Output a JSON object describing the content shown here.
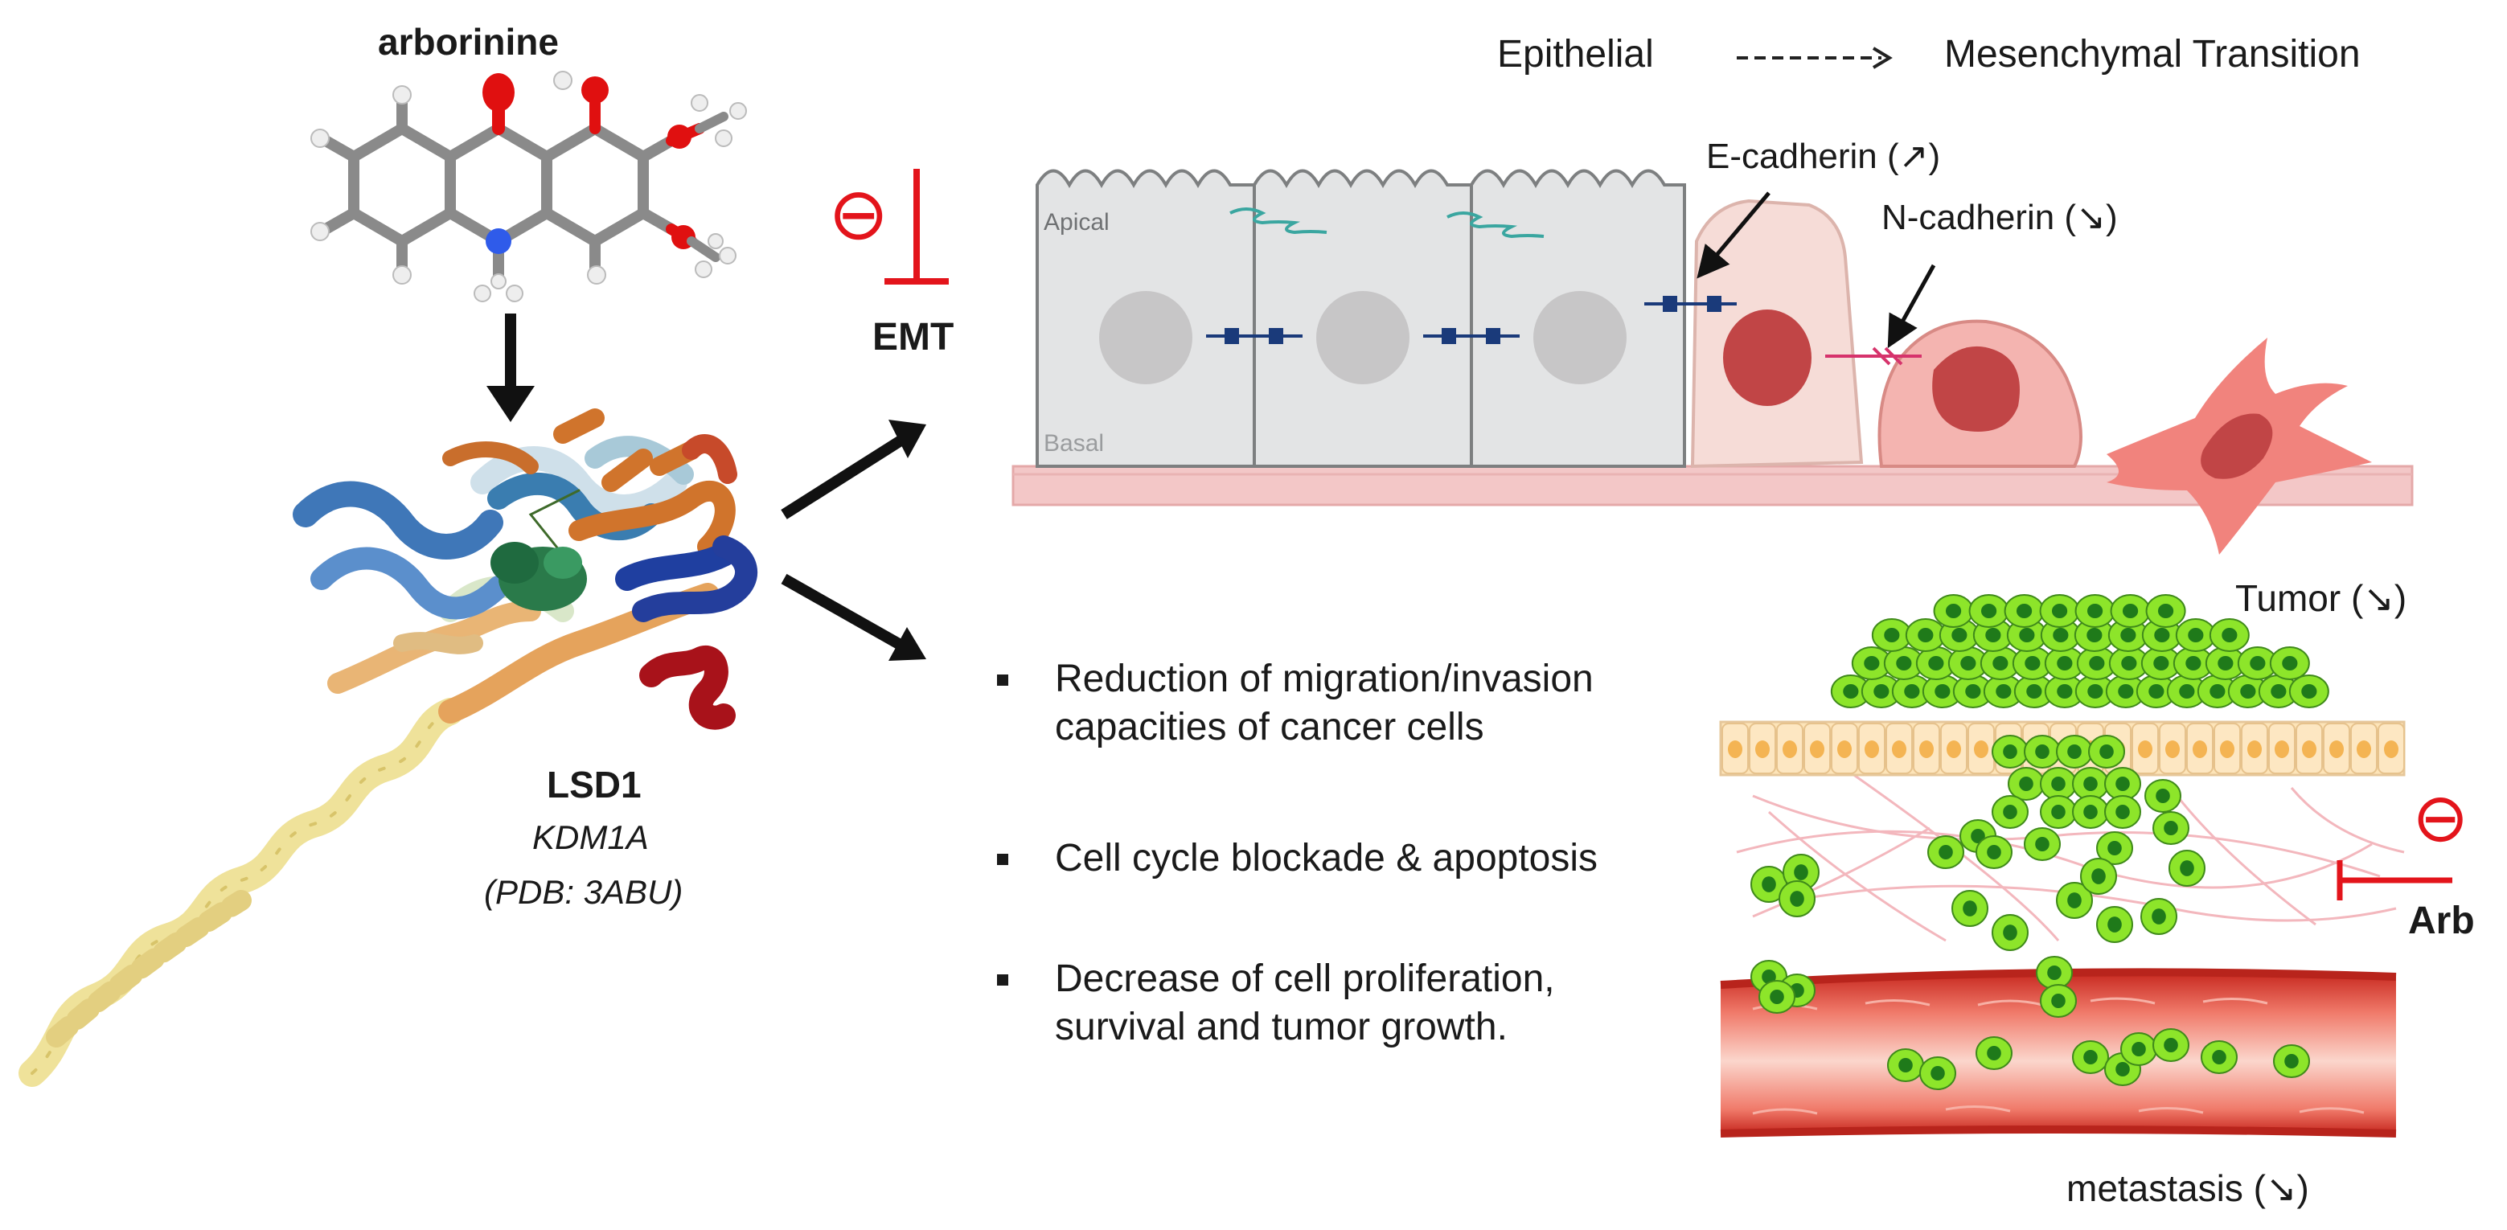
{
  "compound": {
    "name": "arborinine"
  },
  "protein": {
    "name": "LSD1",
    "gene": "KDM1A",
    "pdb": "(PDB: 3ABU)"
  },
  "emt": {
    "label": "EMT",
    "header_start": "Epithelial",
    "header_arrow": "--------->",
    "header_end": "Mesenchymal Transition",
    "apical_label": "Apical",
    "basal_label": "Basal",
    "ecadherin_label": "E-cadherin (↗)",
    "ncadherin_label": "N-cadherin (↘)"
  },
  "effects": [
    {
      "lines": [
        "Reduction of migration/invasion",
        "capacities of cancer cells"
      ]
    },
    {
      "lines": [
        "Cell cycle blockade & apoptosis"
      ]
    },
    {
      "lines": [
        "Decrease of cell proliferation,",
        "survival and tumor growth."
      ]
    }
  ],
  "tumor": {
    "tumor_label": "Tumor (↘)",
    "metastasis_label": "metastasis (↘)",
    "inhibitor_label": "Arb"
  },
  "inhibit_symbol": "⊖",
  "colors": {
    "inhibit_red": "#e3141b",
    "tumor_green": "#8de52a",
    "vessel_red": "#e8453a",
    "epithelial_gray": "#e3e4e5"
  }
}
